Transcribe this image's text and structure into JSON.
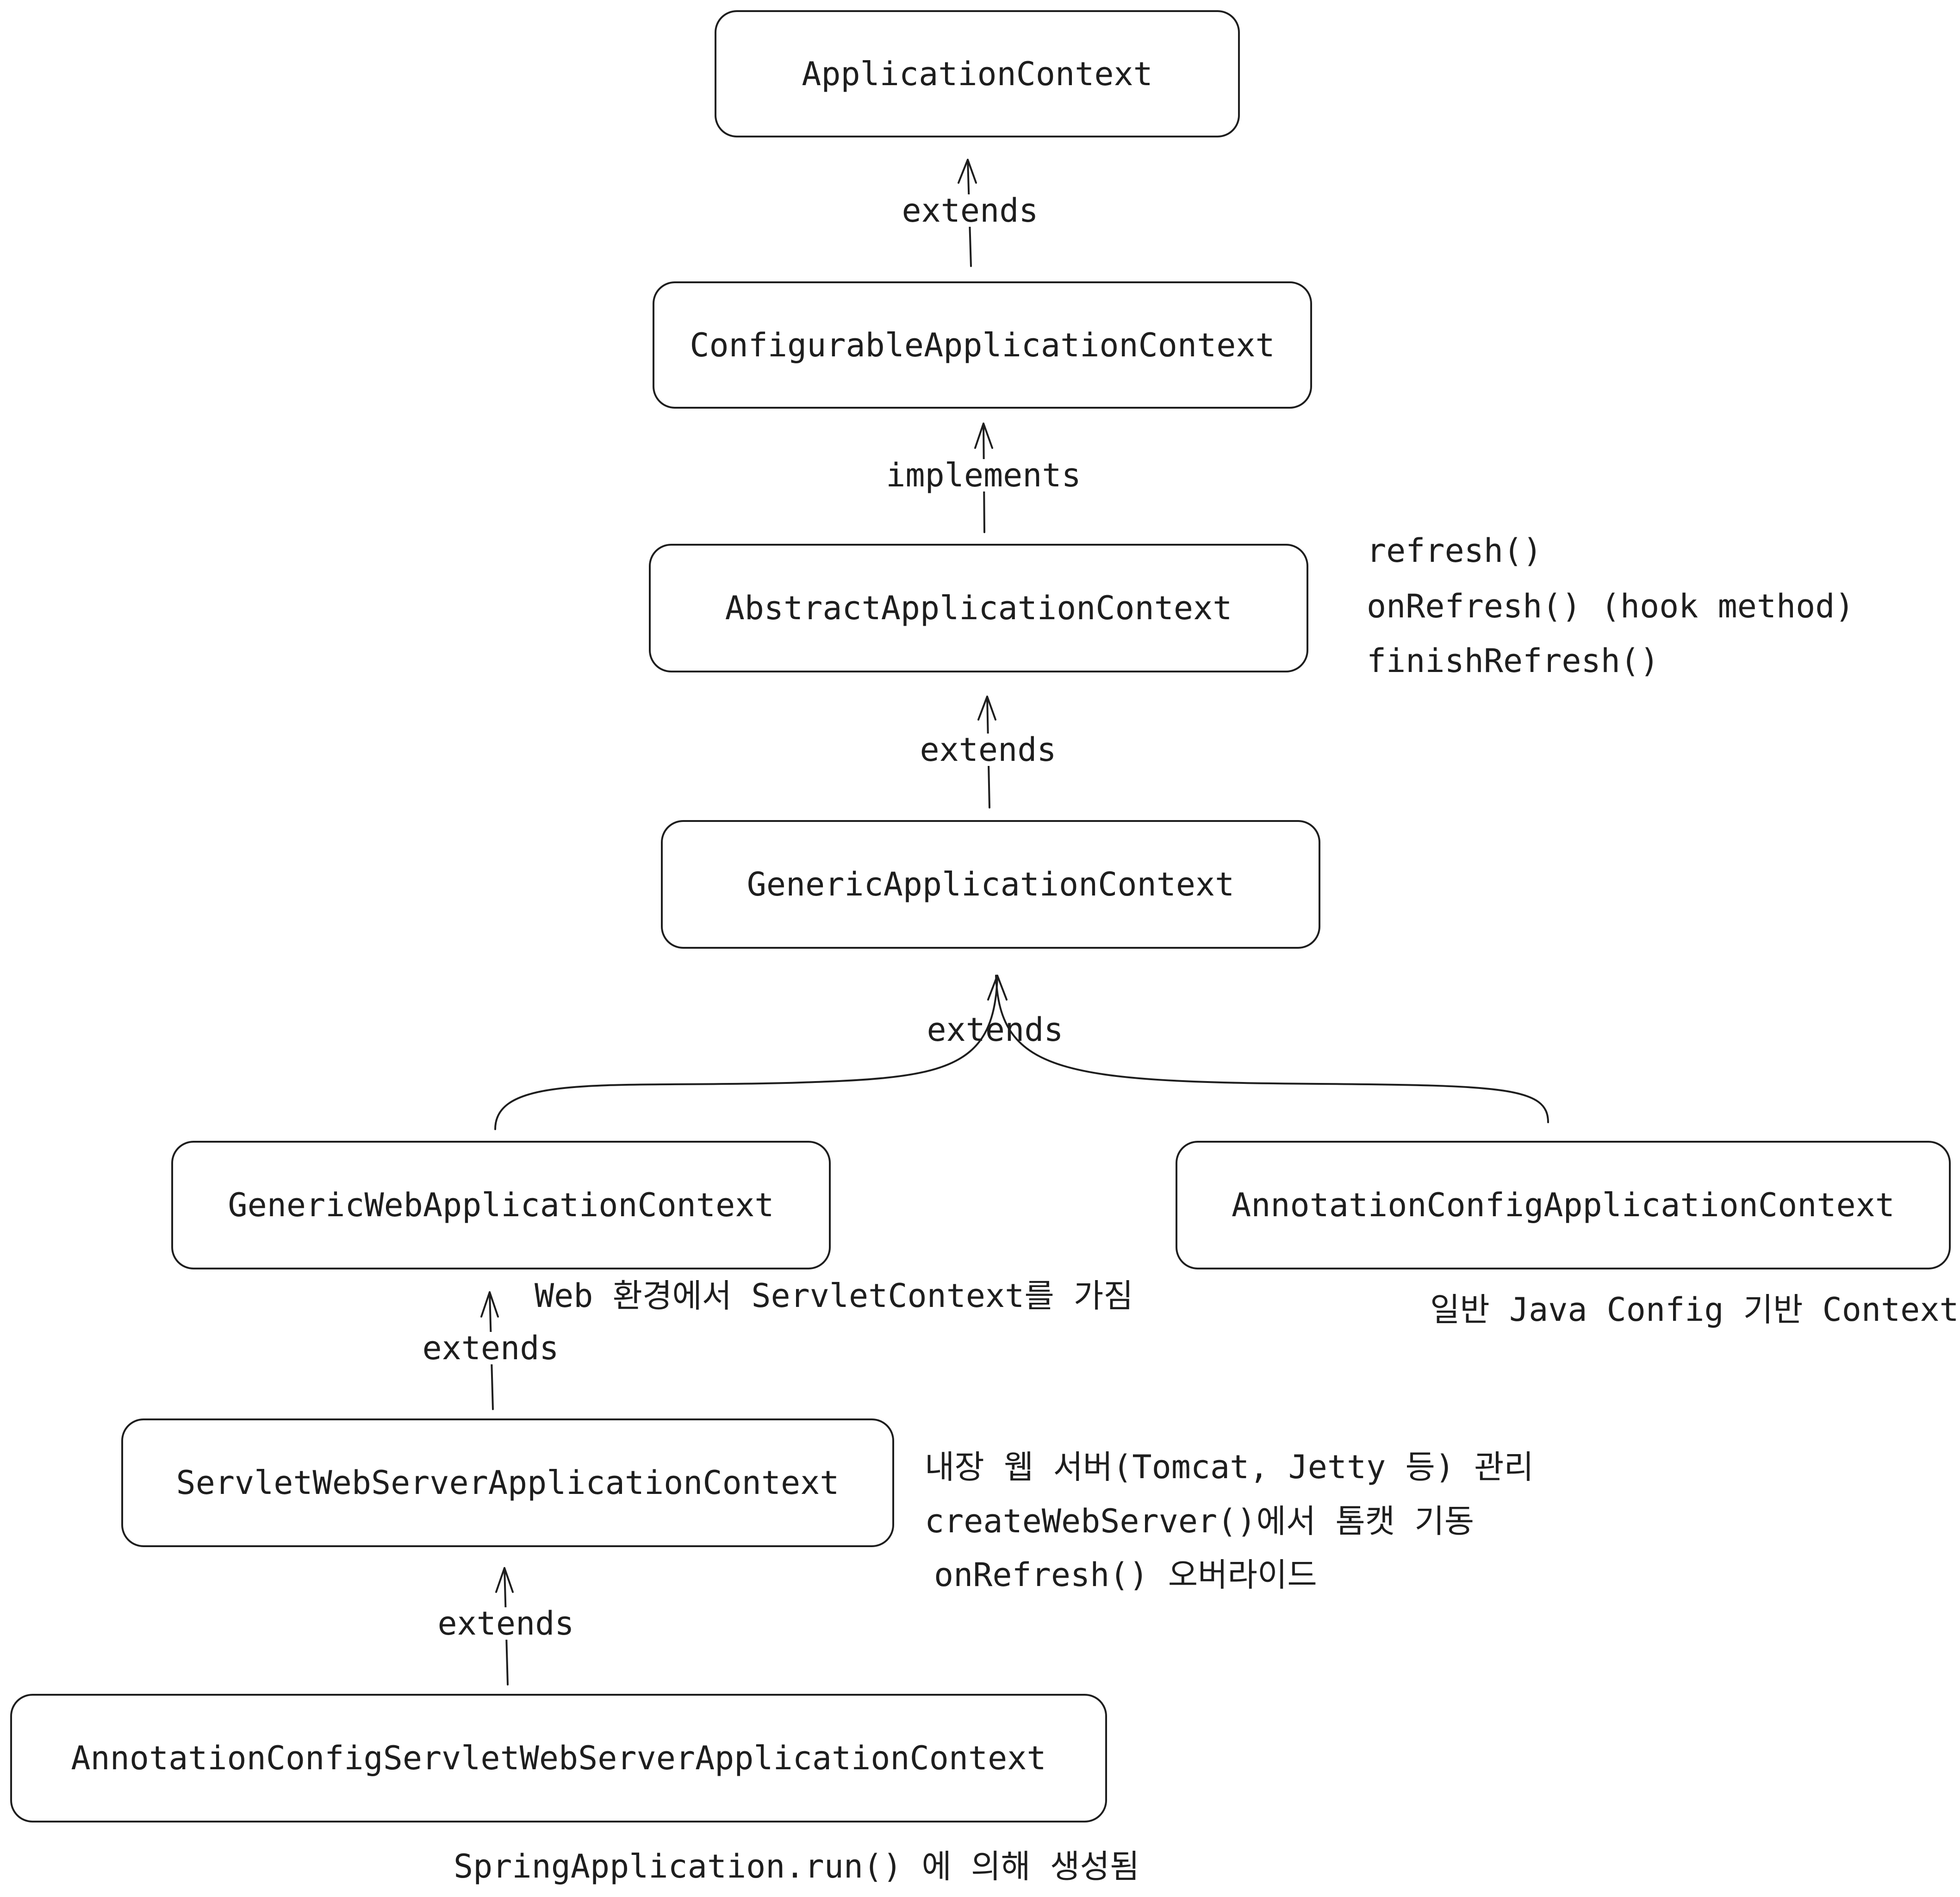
{
  "nodes": {
    "application_context": "ApplicationContext",
    "configurable_application_context": "ConfigurableApplicationContext",
    "abstract_application_context": "AbstractApplicationContext",
    "generic_application_context": "GenericApplicationContext",
    "generic_web_application_context": "GenericWebApplicationContext",
    "annotation_config_application_context": "AnnotationConfigApplicationContext",
    "servlet_web_server_application_context": "ServletWebServerApplicationContext",
    "annotation_config_servlet_web_server_application_context": "AnnotationConfigServletWebServerApplicationContext"
  },
  "edges": {
    "configurable_to_application": "extends",
    "abstract_to_configurable": "implements",
    "generic_to_abstract": "extends",
    "children_to_generic": "extends",
    "servlet_to_generic_web": "extends",
    "annotation_servlet_to_servlet": "extends"
  },
  "notes": {
    "abstract_methods": [
      "refresh()",
      "onRefresh() (hook method)",
      "finishRefresh()"
    ],
    "generic_web": "Web 환경에서 ServletContext를 가짐",
    "annotation_config": "일반 Java Config 기반 Context",
    "servlet_web_server": [
      "내장 웹 서버(Tomcat, Jetty 등) 관리",
      "createWebServer()에서 톰캣 기동",
      "onRefresh() 오버라이드"
    ],
    "annotation_servlet": "SpringApplication.run() 에 의해 생성됨"
  },
  "colors": {
    "stroke": "#1e1e1e",
    "background": "#ffffff"
  }
}
